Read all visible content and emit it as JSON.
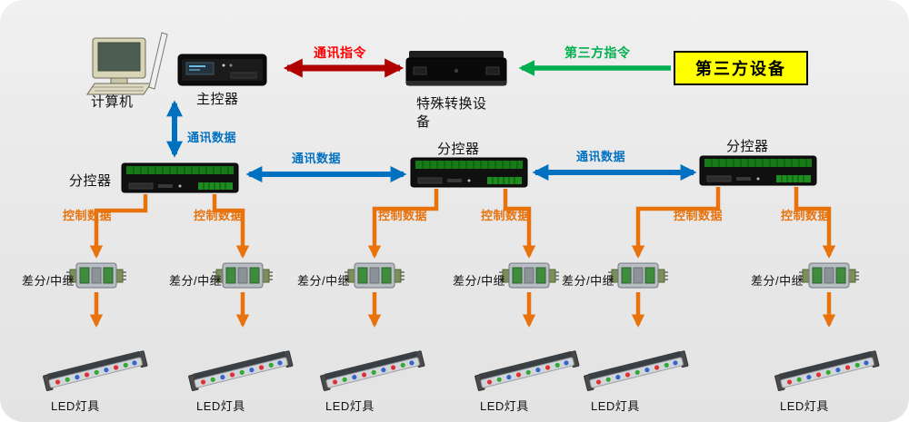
{
  "palette": {
    "background": "#e9e9e9",
    "red_arrow": "#b00000",
    "red_text": "#ff0000",
    "green": "#00b050",
    "blue": "#0070c0",
    "orange": "#e8720c",
    "third_party_box_fill": "#ffff00",
    "third_party_box_border": "#000000"
  },
  "nodes": {
    "computer": {
      "label": "计算机"
    },
    "master_controller": {
      "label": "主控器"
    },
    "converter": {
      "label_line1": "特殊转换设",
      "label_line2": "备"
    },
    "third_party_device": {
      "label": "第三方设备"
    }
  },
  "links": {
    "comm_command": {
      "label": "通讯指令"
    },
    "third_party_command": {
      "label": "第三方指令"
    },
    "master_to_sub": {
      "label": "通讯数据"
    },
    "sub_bus": [
      {
        "label": "通讯数据"
      },
      {
        "label": "通讯数据"
      }
    ],
    "control_data": [
      {
        "label": "控制数据"
      },
      {
        "label": "控制数据"
      },
      {
        "label": "控制数据"
      },
      {
        "label": "控制数据"
      },
      {
        "label": "控制数据"
      },
      {
        "label": "控制数据"
      }
    ]
  },
  "sub_controllers": [
    {
      "label": "分控器"
    },
    {
      "label": "分控器"
    },
    {
      "label": "分控器"
    }
  ],
  "repeaters": [
    {
      "label": "差分/中继"
    },
    {
      "label": "差分/中继"
    },
    {
      "label": "差分/中继"
    },
    {
      "label": "差分/中继"
    },
    {
      "label": "差分/中继"
    },
    {
      "label": "差分/中继"
    }
  ],
  "lamps": [
    {
      "label": "LED灯具"
    },
    {
      "label": "LED灯具"
    },
    {
      "label": "LED灯具"
    },
    {
      "label": "LED灯具"
    },
    {
      "label": "LED灯具"
    },
    {
      "label": "LED灯具"
    }
  ]
}
